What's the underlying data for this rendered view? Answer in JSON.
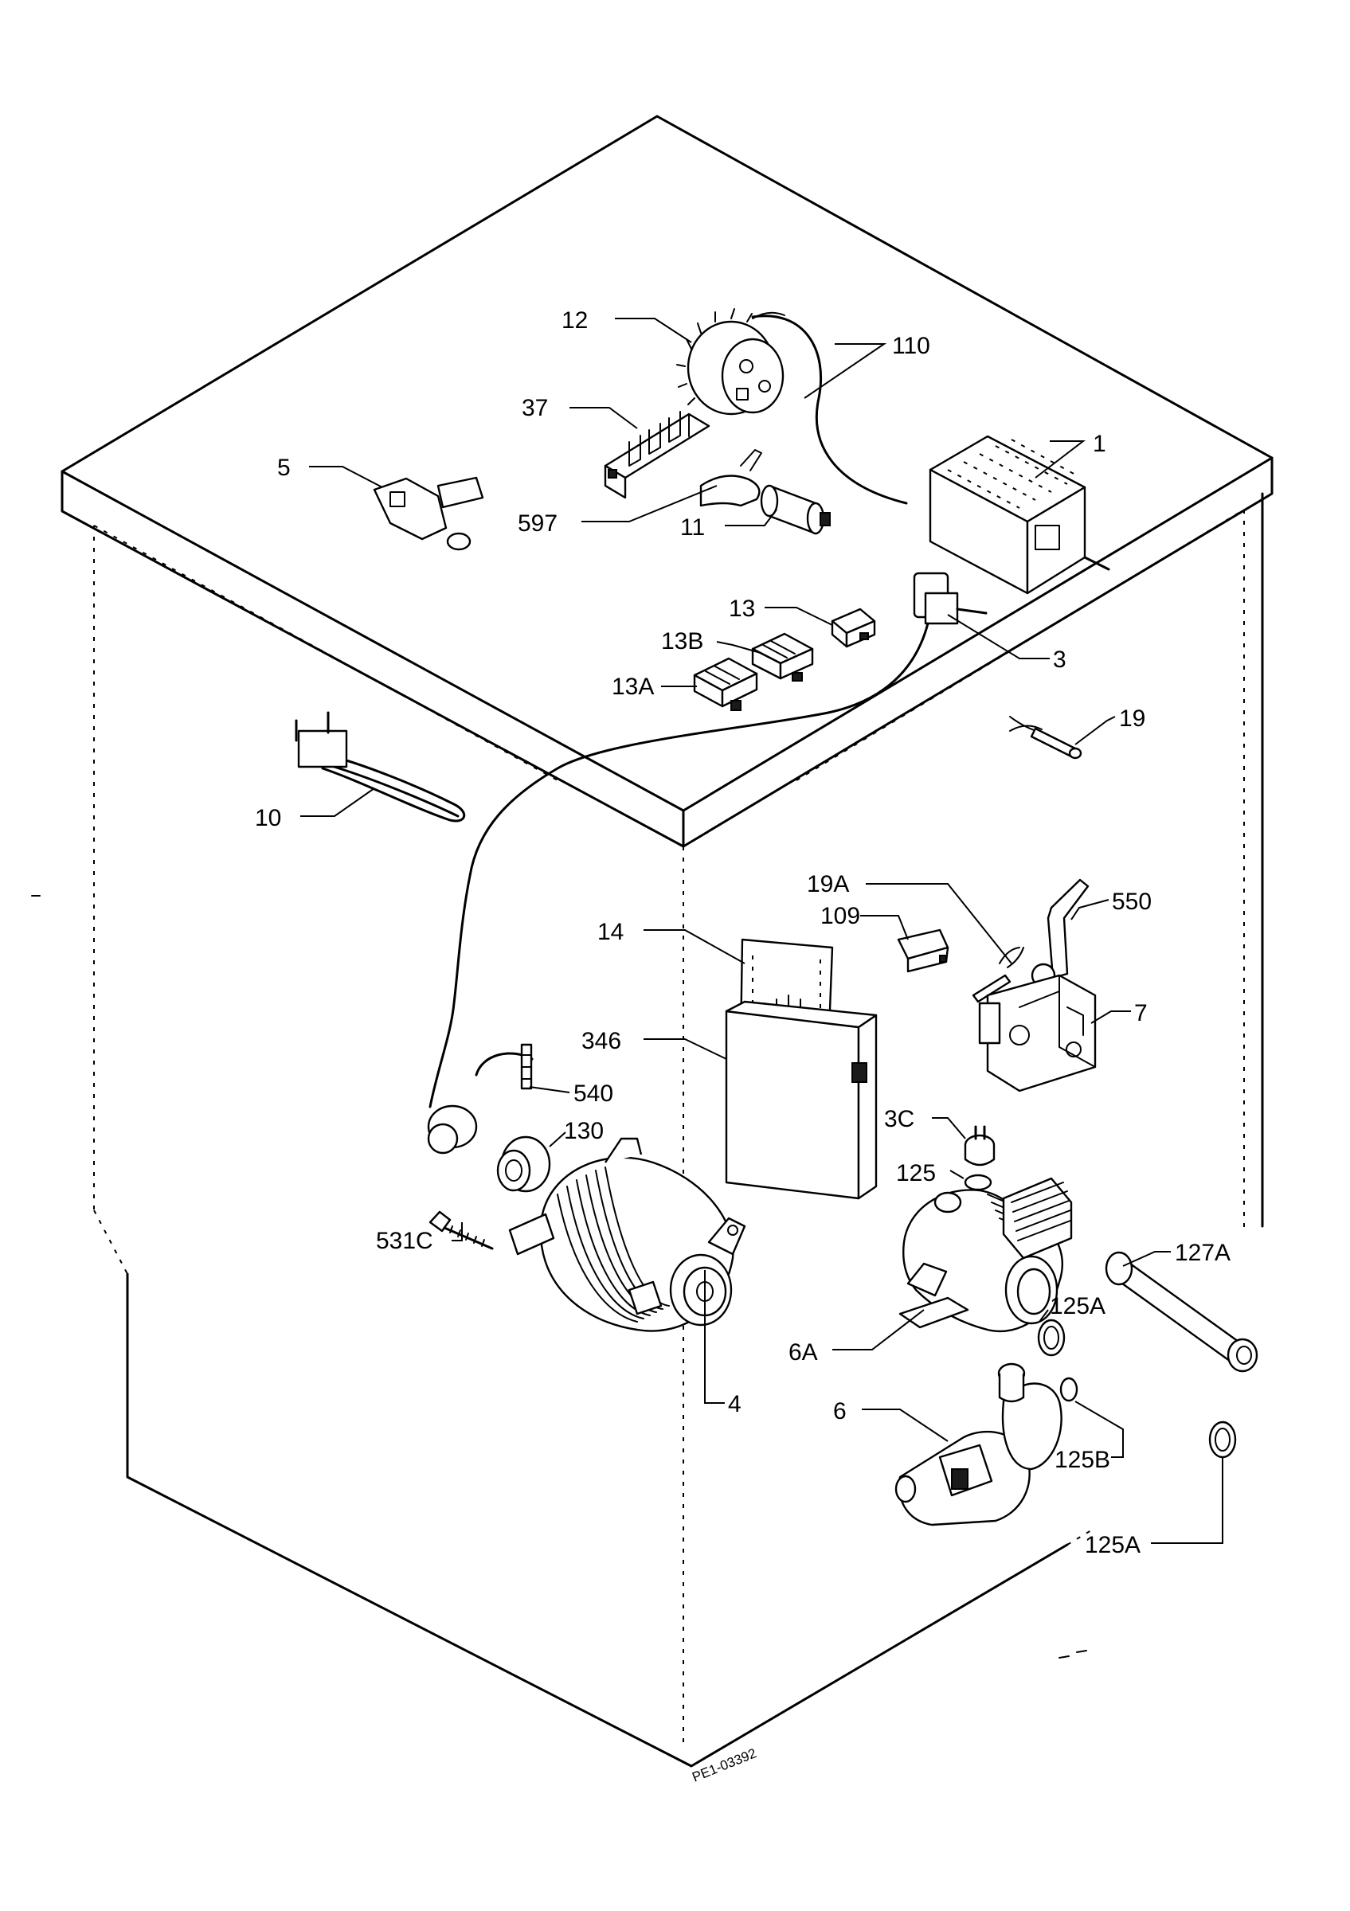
{
  "labels": {
    "l1": "1",
    "l3": "3",
    "l3c": "3C",
    "l4": "4",
    "l5": "5",
    "l6": "6",
    "l6a": "6A",
    "l7": "7",
    "l10": "10",
    "l11": "11",
    "l12": "12",
    "l13": "13",
    "l13a": "13A",
    "l13b": "13B",
    "l14": "14",
    "l19": "19",
    "l19a": "19A",
    "l37": "37",
    "l109": "109",
    "l110": "110",
    "l125": "125",
    "l125a_top": "125A",
    "l125a_bottom": "125A",
    "l125b": "125B",
    "l127a": "127A",
    "l130": "130",
    "l346": "346",
    "l531c": "531C",
    "l540": "540",
    "l550": "550",
    "l597": "597"
  },
  "drawing_code": "PE1-03392"
}
